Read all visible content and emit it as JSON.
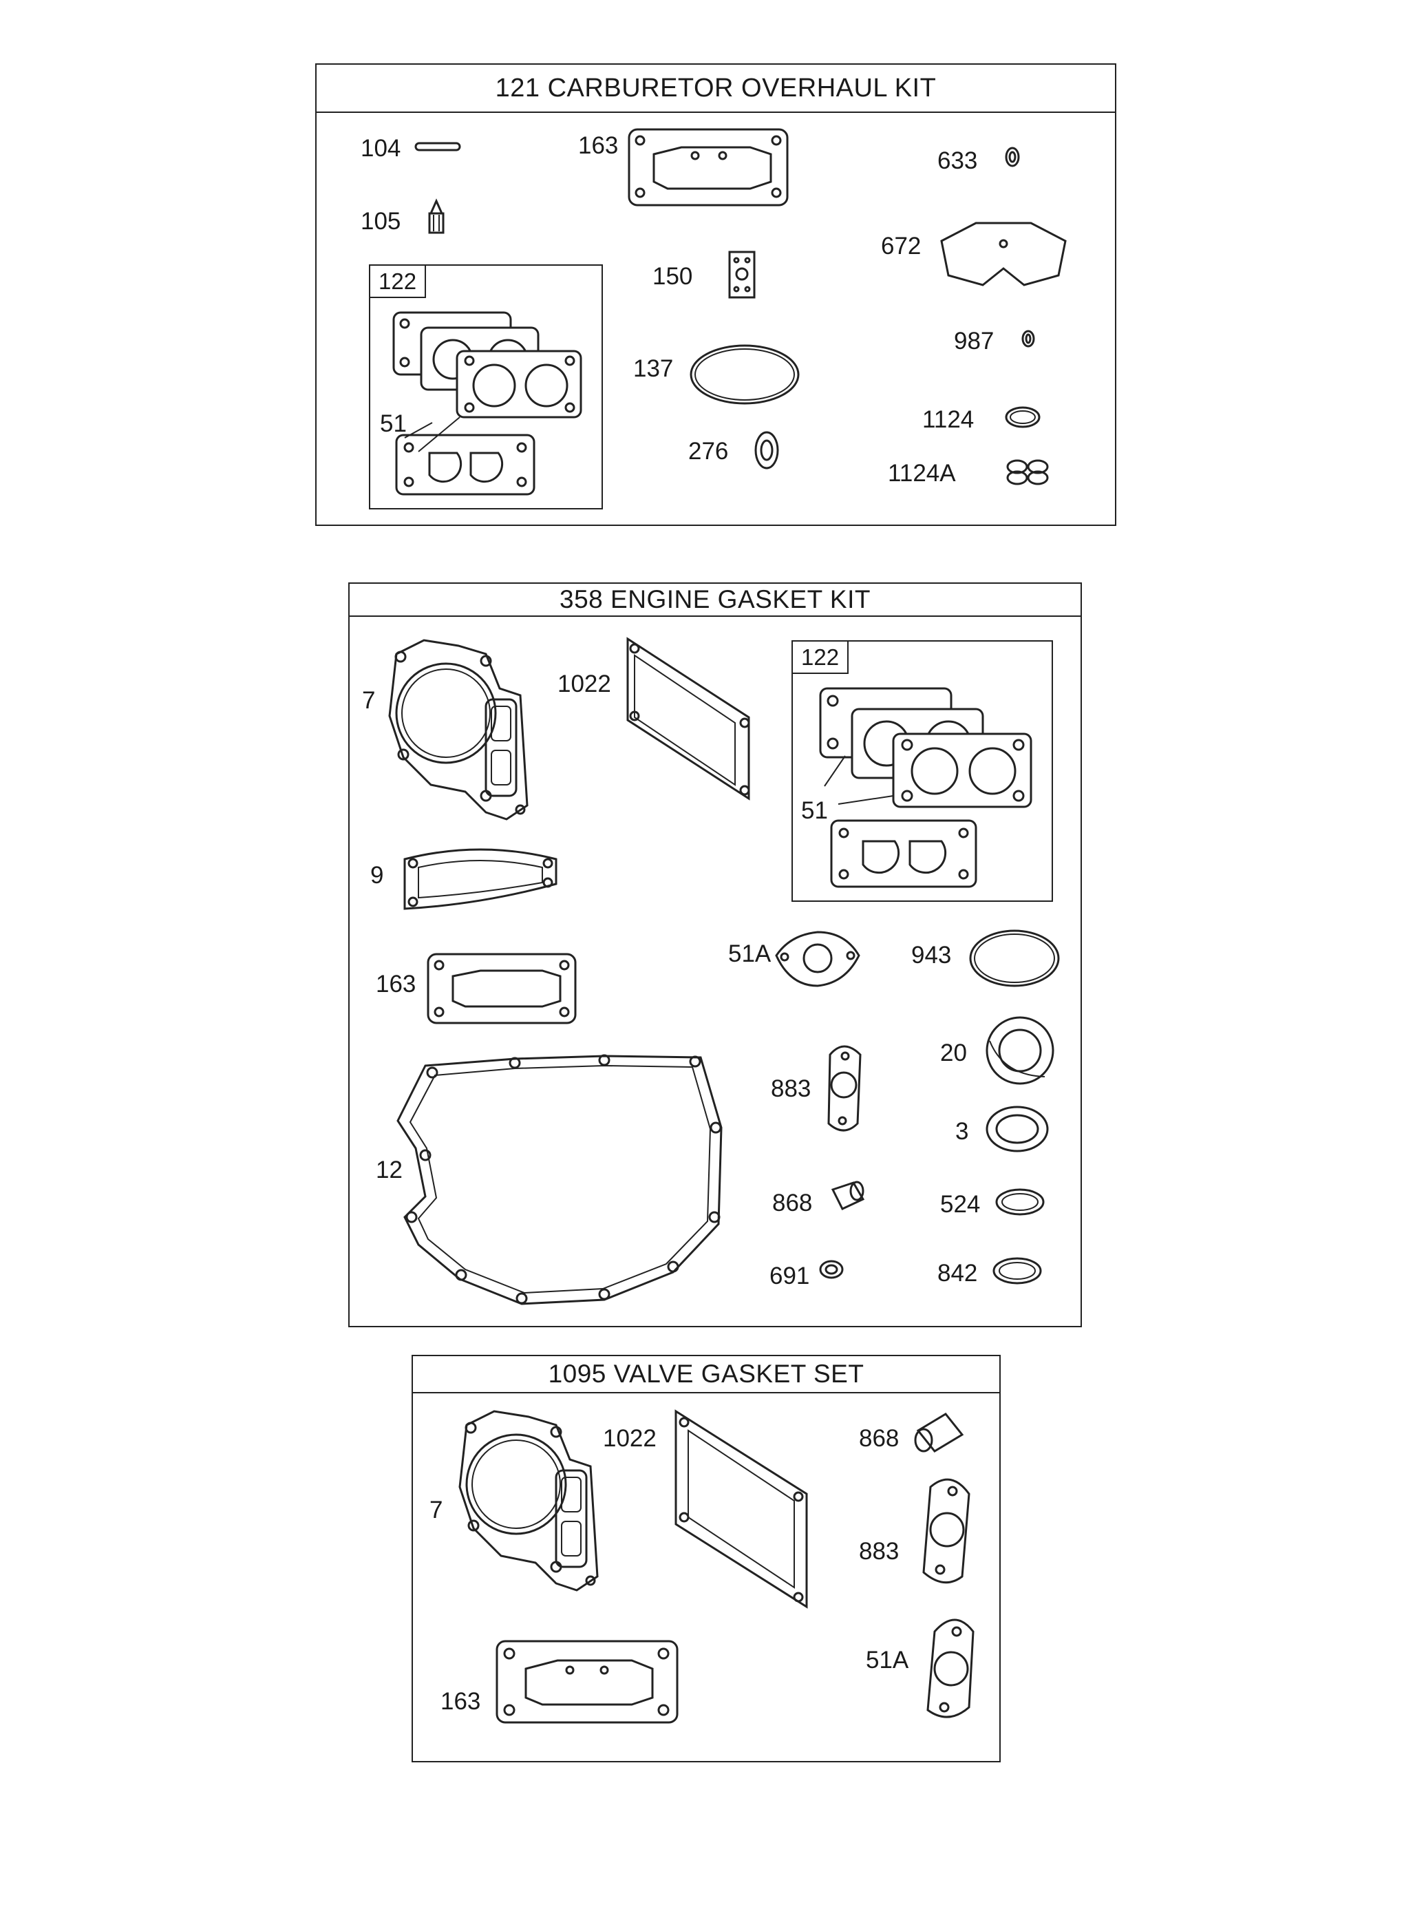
{
  "kits": {
    "carb": {
      "title": "121 CARBURETOR OVERHAUL KIT",
      "parts": {
        "p104": "104",
        "p163": "163",
        "p633": "633",
        "p105": "105",
        "p672": "672",
        "p150": "150",
        "p137": "137",
        "p987": "987",
        "p1124": "1124",
        "p276": "276",
        "p1124a": "1124A"
      },
      "sub": {
        "tag": "122",
        "p51a": "51",
        "p51b": "51"
      }
    },
    "engine": {
      "title": "358 ENGINE GASKET KIT",
      "parts": {
        "p7": "7",
        "p1022": "1022",
        "p9": "9",
        "p163": "163",
        "p12": "12",
        "p51A": "51A",
        "p943": "943",
        "p883": "883",
        "p20": "20",
        "p3": "3",
        "p868": "868",
        "p524": "524",
        "p691": "691",
        "p842": "842"
      },
      "sub": {
        "tag": "122",
        "p51": "51"
      }
    },
    "valve": {
      "title": "1095 VALVE GASKET SET",
      "parts": {
        "p7": "7",
        "p1022": "1022",
        "p868": "868",
        "p883": "883",
        "p51A": "51A",
        "p163": "163"
      }
    }
  }
}
